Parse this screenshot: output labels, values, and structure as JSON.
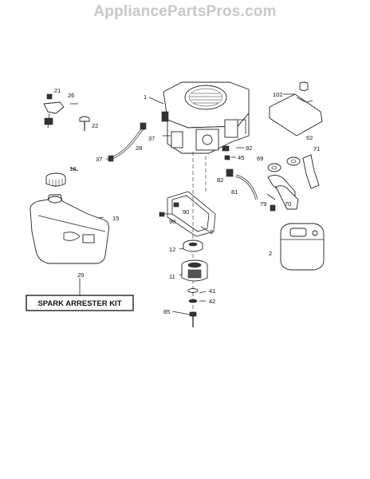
{
  "header": {
    "watermark": "AppliancePartsPros.com"
  },
  "callouts": {
    "c1": "1",
    "c2": "2",
    "c9": "9",
    "c11": "11",
    "c12": "12",
    "c15": "15",
    "c18": "18",
    "c21": "21",
    "c22": "22",
    "c26": "26",
    "c28": "28",
    "c29": "29",
    "c37a": "37",
    "c37b": "37",
    "c41": "41",
    "c42": "42",
    "c45": "45",
    "c62": "62",
    "c69": "69",
    "c70": "70",
    "c71": "71",
    "c79": "79",
    "c81": "81",
    "c82": "82",
    "c85": "85",
    "c90a": "90",
    "c90b": "90",
    "c92": "92",
    "c102": "102"
  },
  "kit": {
    "label": "SPARK ARRESTER KIT"
  }
}
